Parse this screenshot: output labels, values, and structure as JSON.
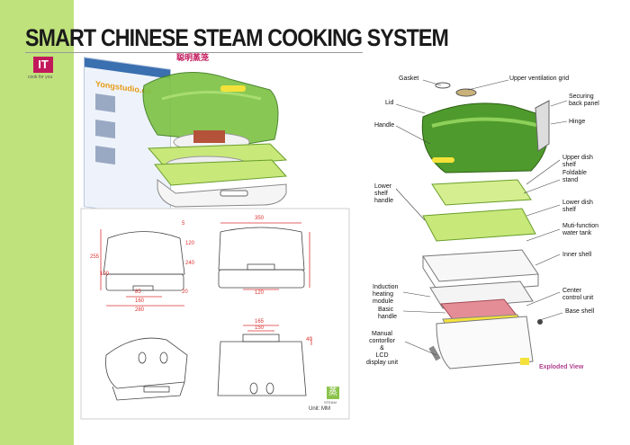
{
  "title": "SMART CHINESE STEAM COOKING SYSTEM",
  "subtitle_cn": "聪明蒸笼",
  "logo": {
    "letters": "IT",
    "tagline": "cook for you"
  },
  "screen": {
    "brand": "Yongstudio.co"
  },
  "steam_mark": {
    "glyph": "蒸",
    "text": "STEAM"
  },
  "unit_label": "Unit: MM",
  "exploded_label": "Exploded View",
  "callouts": {
    "gasket": "Gasket",
    "upper_vent": "Upper ventilation grid",
    "lid": "Lid",
    "securing": "Securing\nback panel",
    "handle": "Handle",
    "hinge": "Hinge",
    "upper_dish": "Upper dish\nshelf",
    "foldable": "Foldable\nstand",
    "lower_shelf_handle": "Lower\nshelf\nhandle",
    "lower_dish": "Lower dish\nshelf",
    "water_tank": "Muti-function\nwater tank",
    "inner_shell": "Inner shell",
    "induction": "Induction\nheating\nmodule",
    "center_control": "Center\ncontrol unit",
    "basic_handle": "Basic\nhandle",
    "base_shell": "Base shell",
    "manual": "Manual\ncontorllor\n&\nLCD\ndisplay unit"
  },
  "dimensions": {
    "d350": "350",
    "d255": "255",
    "d120a": "120",
    "d240": "240",
    "d100": "100",
    "d85": "85",
    "d20": "20",
    "d160": "160",
    "d280": "280",
    "d120b": "120",
    "d165": "165",
    "d150": "150",
    "d40": "40",
    "d5": "5"
  }
}
